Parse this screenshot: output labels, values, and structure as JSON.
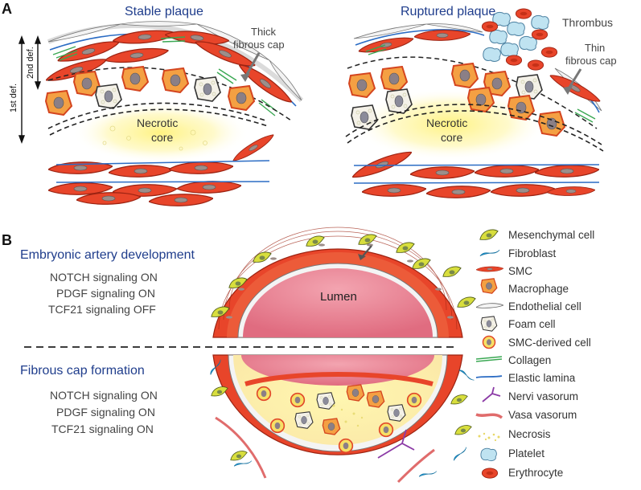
{
  "panelA": {
    "label": "A",
    "stable_title": "Stable plaque",
    "ruptured_title": "Ruptured plaque",
    "thick_cap": [
      "Thick",
      "fibrous cap"
    ],
    "thin_cap": [
      "Thin",
      "fibrous cap"
    ],
    "thrombus": "Thrombus",
    "necrotic_core": [
      "Necrotic",
      "core"
    ],
    "def1": "1st def.",
    "def2": "2nd def."
  },
  "panelB": {
    "label": "B",
    "embryonic_title": "Embryonic artery development",
    "embryonic_lines": [
      "NOTCH signaling ON",
      "PDGF signaling ON",
      "TCF21 signaling OFF"
    ],
    "fibrous_title": "Fibrous cap formation",
    "fibrous_lines": [
      "NOTCH signaling ON",
      "PDGF signaling ON",
      "TCF21 signaling ON"
    ],
    "lumen": "Lumen"
  },
  "legend": [
    {
      "label": "Mesenchymal cell",
      "icon": "mesenchymal-cell-icon"
    },
    {
      "label": "Fibroblast",
      "icon": "fibroblast-icon"
    },
    {
      "label": "SMC",
      "icon": "smc-icon"
    },
    {
      "label": "Macrophage",
      "icon": "macrophage-icon"
    },
    {
      "label": "Endothelial cell",
      "icon": "endothelial-cell-icon"
    },
    {
      "label": "Foam cell",
      "icon": "foam-cell-icon"
    },
    {
      "label": "SMC-derived cell",
      "icon": "smc-derived-cell-icon"
    },
    {
      "label": "Collagen",
      "icon": "collagen-icon"
    },
    {
      "label": "Elastic lamina",
      "icon": "elastic-lamina-icon"
    },
    {
      "label": "Nervi vasorum",
      "icon": "nervi-vasorum-icon"
    },
    {
      "label": "Vasa vasorum",
      "icon": "vasa-vasorum-icon"
    },
    {
      "label": "Necrosis",
      "icon": "necrosis-icon"
    },
    {
      "label": "Platelet",
      "icon": "platelet-icon"
    },
    {
      "label": "Erythrocyte",
      "icon": "erythrocyte-icon"
    }
  ],
  "colors": {
    "title_blue": "#1f3d8c",
    "smc_red": "#e2492b",
    "macrophage_orange": "#f39a3e",
    "mesenchymal_yellow": "#d7dd3e",
    "collagen_green": "#3aa853",
    "lamina_blue": "#2b6cc4",
    "lumen_pink": "#ea7f90",
    "necrosis_yellow": "#fbf3a2",
    "platelet_blue": "#bfe3f1"
  }
}
